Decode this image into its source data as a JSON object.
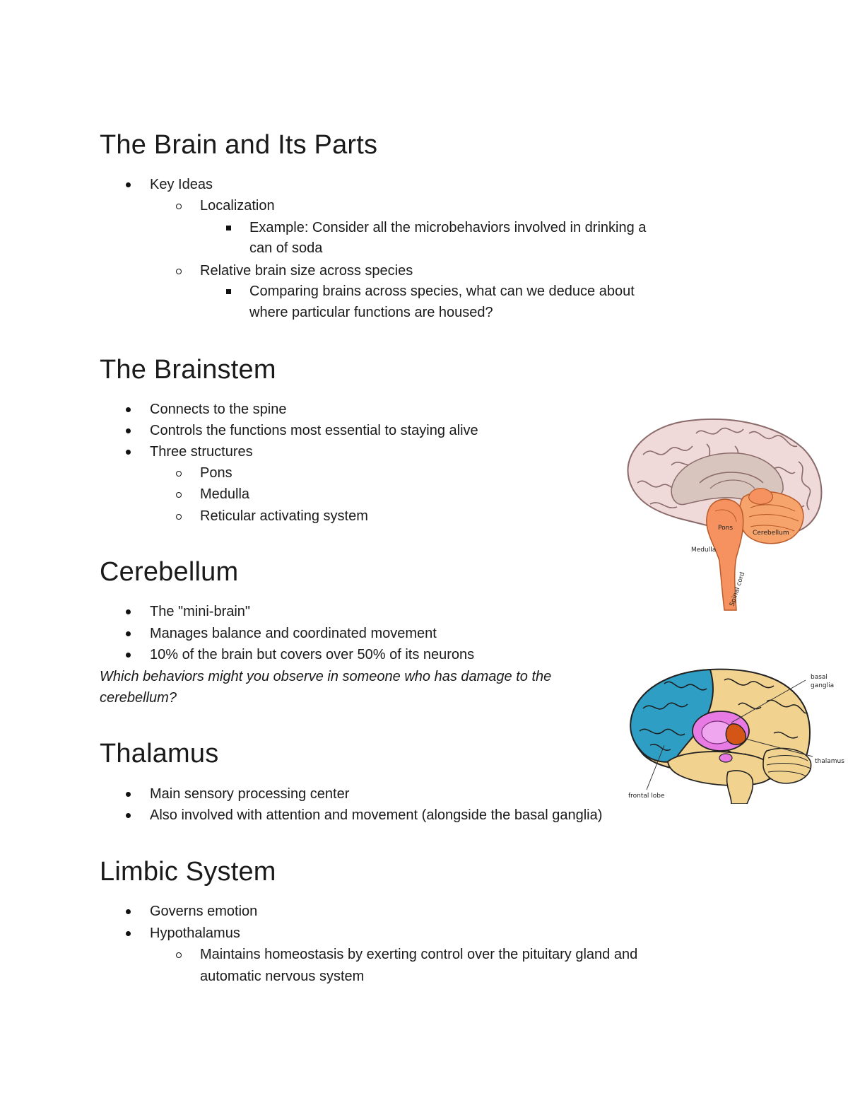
{
  "sections": {
    "brain_parts": {
      "heading": "The Brain and Its Parts",
      "key_ideas": "Key Ideas",
      "localization": "Localization",
      "example_line1": "Example: Consider all the microbehaviors involved in drinking a",
      "example_line2": "can of soda",
      "relative_size": "Relative brain size across species",
      "comparing_line1": "Comparing brains across species, what can we deduce about",
      "comparing_line2": "where particular functions are housed?"
    },
    "brainstem": {
      "heading": "The Brainstem",
      "items": [
        "Connects to the spine",
        "Controls the functions most essential to staying alive",
        "Three structures"
      ],
      "structures": [
        "Pons",
        "Medulla",
        "Reticular activating system"
      ]
    },
    "cerebellum": {
      "heading": "Cerebellum",
      "items": [
        "The \"mini-brain\"",
        "Manages balance and coordinated movement",
        "10% of the brain but covers over 50% of its neurons"
      ],
      "question_line1": "Which behaviors might you observe in someone who has damage to the",
      "question_line2": "cerebellum?"
    },
    "thalamus": {
      "heading": "Thalamus",
      "items": [
        "Main sensory processing center",
        "Also involved with attention and movement (alongside the basal ganglia)"
      ]
    },
    "limbic": {
      "heading": "Limbic System",
      "items": [
        "Governs emotion",
        "Hypothalamus"
      ],
      "hypo_line1": "Maintains homeostasis by exerting control over the pituitary gland and",
      "hypo_line2": "automatic nervous system"
    }
  },
  "figures": {
    "brainstem_diagram": {
      "labels": {
        "pons": "Pons",
        "medulla": "Medulla",
        "cerebellum": "Cerebellum",
        "spinal_cord": "Spinal cord"
      },
      "colors": {
        "cortex": "#efd9d9",
        "inner": "#d8c5bd",
        "stem": "#f5925f",
        "cerebellum": "#f7a36c"
      }
    },
    "lobes_diagram": {
      "labels": {
        "basal_ganglia_1": "basal",
        "basal_ganglia_2": "ganglia",
        "thalamus": "thalamus",
        "frontal_lobe": "frontal lobe"
      },
      "colors": {
        "frontal": "#2f9ec4",
        "other": "#f1d28f",
        "basal": "#e77be3",
        "thalamus": "#d45617"
      }
    }
  }
}
